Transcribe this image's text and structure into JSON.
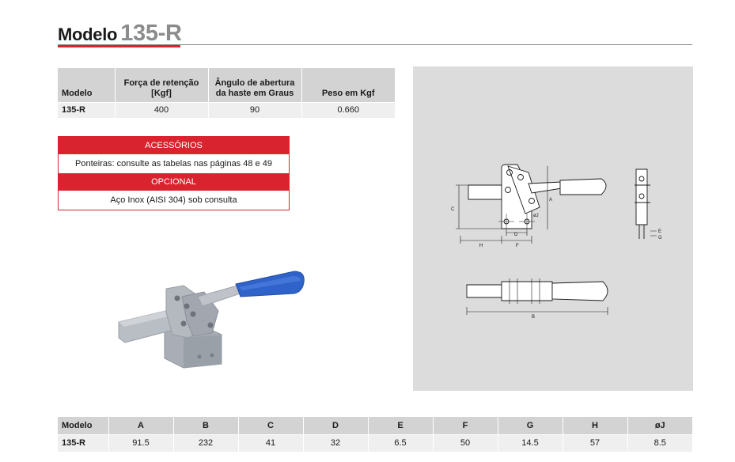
{
  "header": {
    "prefix": "Modelo",
    "model": "135-R"
  },
  "spec_table": {
    "headers": [
      "Modelo",
      "Força de retenção [Kgf]",
      "Ângulo de abertura da haste em Graus",
      "Peso em Kgf"
    ],
    "row": [
      "135-R",
      "400",
      "90",
      "0.660"
    ]
  },
  "accessories": {
    "heading": "ACESSÓRIOS",
    "text": "Ponteiras: consulte as tabelas nas páginas 48 e 49",
    "optional_heading": "OPCIONAL",
    "optional_text": "Aço Inox (AISI 304) sob consulta"
  },
  "drawing_labels": {
    "a": "A",
    "b": "B",
    "c": "C",
    "d": "D",
    "e": "E",
    "f": "F",
    "g": "G",
    "h": "H",
    "j": "øJ"
  },
  "dimensions_table": {
    "headers": [
      "Modelo",
      "A",
      "B",
      "C",
      "D",
      "E",
      "F",
      "G",
      "H",
      "øJ"
    ],
    "row": [
      "135-R",
      "91.5",
      "232",
      "41",
      "32",
      "6.5",
      "50",
      "14.5",
      "57",
      "8.5"
    ]
  },
  "colors": {
    "accent_red": "#d9232e",
    "handle_blue": "#2f63c9",
    "drawing_bg": "#dcdcdc"
  }
}
